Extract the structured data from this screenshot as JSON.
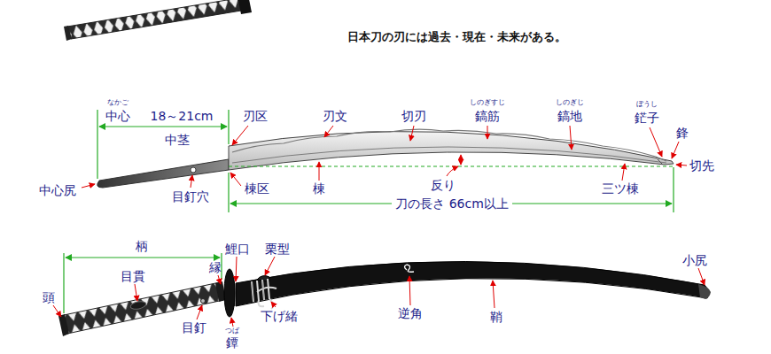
{
  "diagram": {
    "title": "日本刀の刃には過去・現在・未来がある。",
    "labels": [
      "なかご",
      "中心",
      "18～21cm",
      "中茎",
      "中心尻",
      "目釘穴",
      "刃区",
      "刃文",
      "切刃",
      "しのぎすじ",
      "鎬筋",
      "しのぎじ",
      "鎬地",
      "ぼうし",
      "鋩子",
      "鋒",
      "切先",
      "棟区",
      "棟",
      "反り",
      "三ツ棟",
      "刀の長さ 66cm以上",
      "柄",
      "鯉口",
      "栗型",
      "小尻",
      "縁",
      "目貫",
      "頭",
      "下げ緒",
      "逆角",
      "鞘",
      "目釘",
      "つば",
      "鐔"
    ]
  }
}
